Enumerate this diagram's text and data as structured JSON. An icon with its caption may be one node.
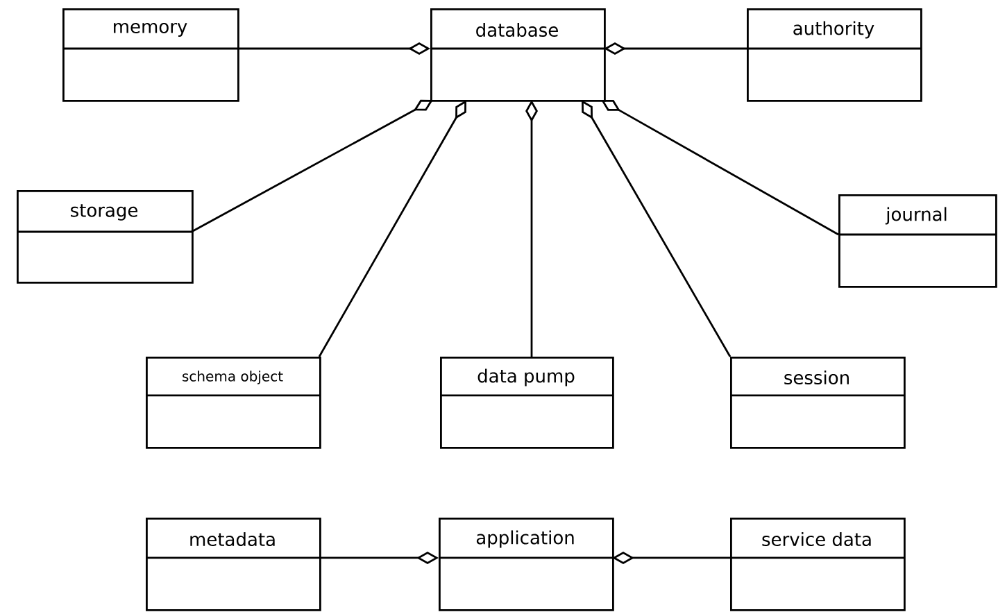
{
  "diagram": {
    "nodes": [
      {
        "text": [
          "memory"
        ]
      },
      {
        "text": [
          "database"
        ]
      },
      {
        "text": [
          "authority"
        ]
      },
      {
        "text": [
          "storage"
        ]
      },
      {
        "text": [
          "journal"
        ]
      },
      {
        "text": [
          "schema object"
        ]
      },
      {
        "text": [
          "data pump"
        ]
      },
      {
        "text": [
          "session"
        ]
      },
      {
        "text": [
          "metadata"
        ]
      },
      {
        "text": [
          "application"
        ]
      },
      {
        "text": [
          "service data"
        ]
      }
    ],
    "edges": [
      {
        "from": 0,
        "to": 1,
        "arrow": "other"
      },
      {
        "from": 2,
        "to": 1,
        "arrow": "other"
      },
      {
        "from": 3,
        "to": 1,
        "arrow": "other"
      },
      {
        "from": 5,
        "to": 1,
        "arrow": "other"
      },
      {
        "from": 6,
        "to": 1,
        "arrow": "other"
      },
      {
        "from": 7,
        "to": 1,
        "arrow": "other"
      },
      {
        "from": 4,
        "to": 1,
        "arrow": "other"
      },
      {
        "from": 8,
        "to": 9,
        "arrow": "other"
      },
      {
        "from": 10,
        "to": 9,
        "arrow": "other"
      }
    ]
  }
}
